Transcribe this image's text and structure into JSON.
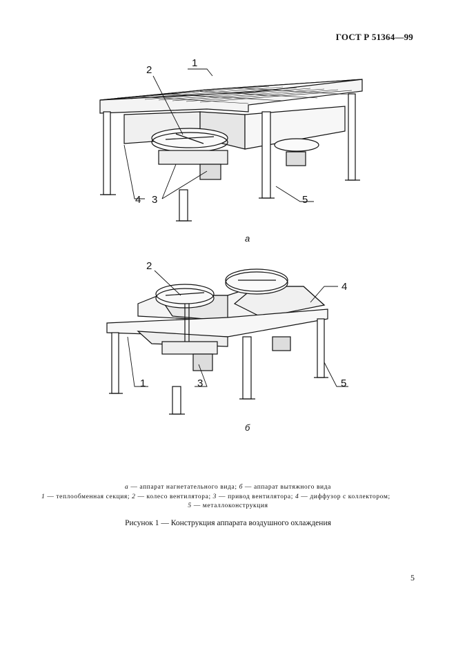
{
  "header": {
    "standard": "ГОСТ Р 51364—99"
  },
  "figure_a": {
    "label": "а",
    "callouts": [
      "1",
      "2",
      "3",
      "4",
      "5"
    ]
  },
  "figure_b": {
    "label": "б",
    "callouts": [
      "1",
      "2",
      "3",
      "4",
      "5"
    ]
  },
  "caption": {
    "line1_a": "а",
    "line1_a_text": " — аппарат нагнетательного вида; ",
    "line1_b": "б",
    "line1_b_text": " — аппарат вытяжного вида",
    "items": [
      {
        "num": "1",
        "text": " — теплообменная секция; "
      },
      {
        "num": "2",
        "text": " — колесо вентилятора; "
      },
      {
        "num": "3",
        "text": " — привод вентилятора; "
      },
      {
        "num": "4",
        "text": " — диффузор с коллектором;"
      }
    ],
    "line3_num": "5",
    "line3_text": " — металлоконструкция"
  },
  "figure_title": "Рисунок 1 — Конструкция аппарата воздушного охлаждения",
  "page_number": "5"
}
